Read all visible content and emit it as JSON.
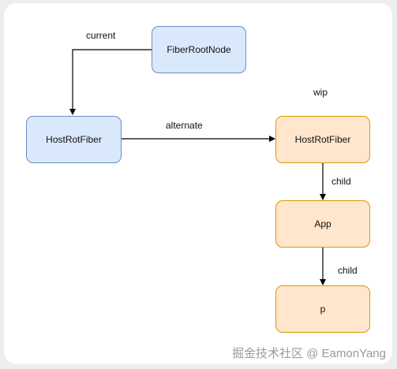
{
  "nodes": {
    "fiber_root": "FiberRootNode",
    "current_host": "HostRotFiber",
    "wip_host": "HostRotFiber",
    "app": "App",
    "p": "p"
  },
  "edges": {
    "current": "current",
    "alternate": "alternate",
    "wip": "wip",
    "child_app": "child",
    "child_p": "child"
  },
  "colors": {
    "current_fill": "#dae8fc",
    "current_border": "#6c8ebf",
    "wip_fill": "#ffe6cc",
    "wip_border": "#d79b00"
  },
  "watermark": "掘金技术社区 @ EamonYang"
}
